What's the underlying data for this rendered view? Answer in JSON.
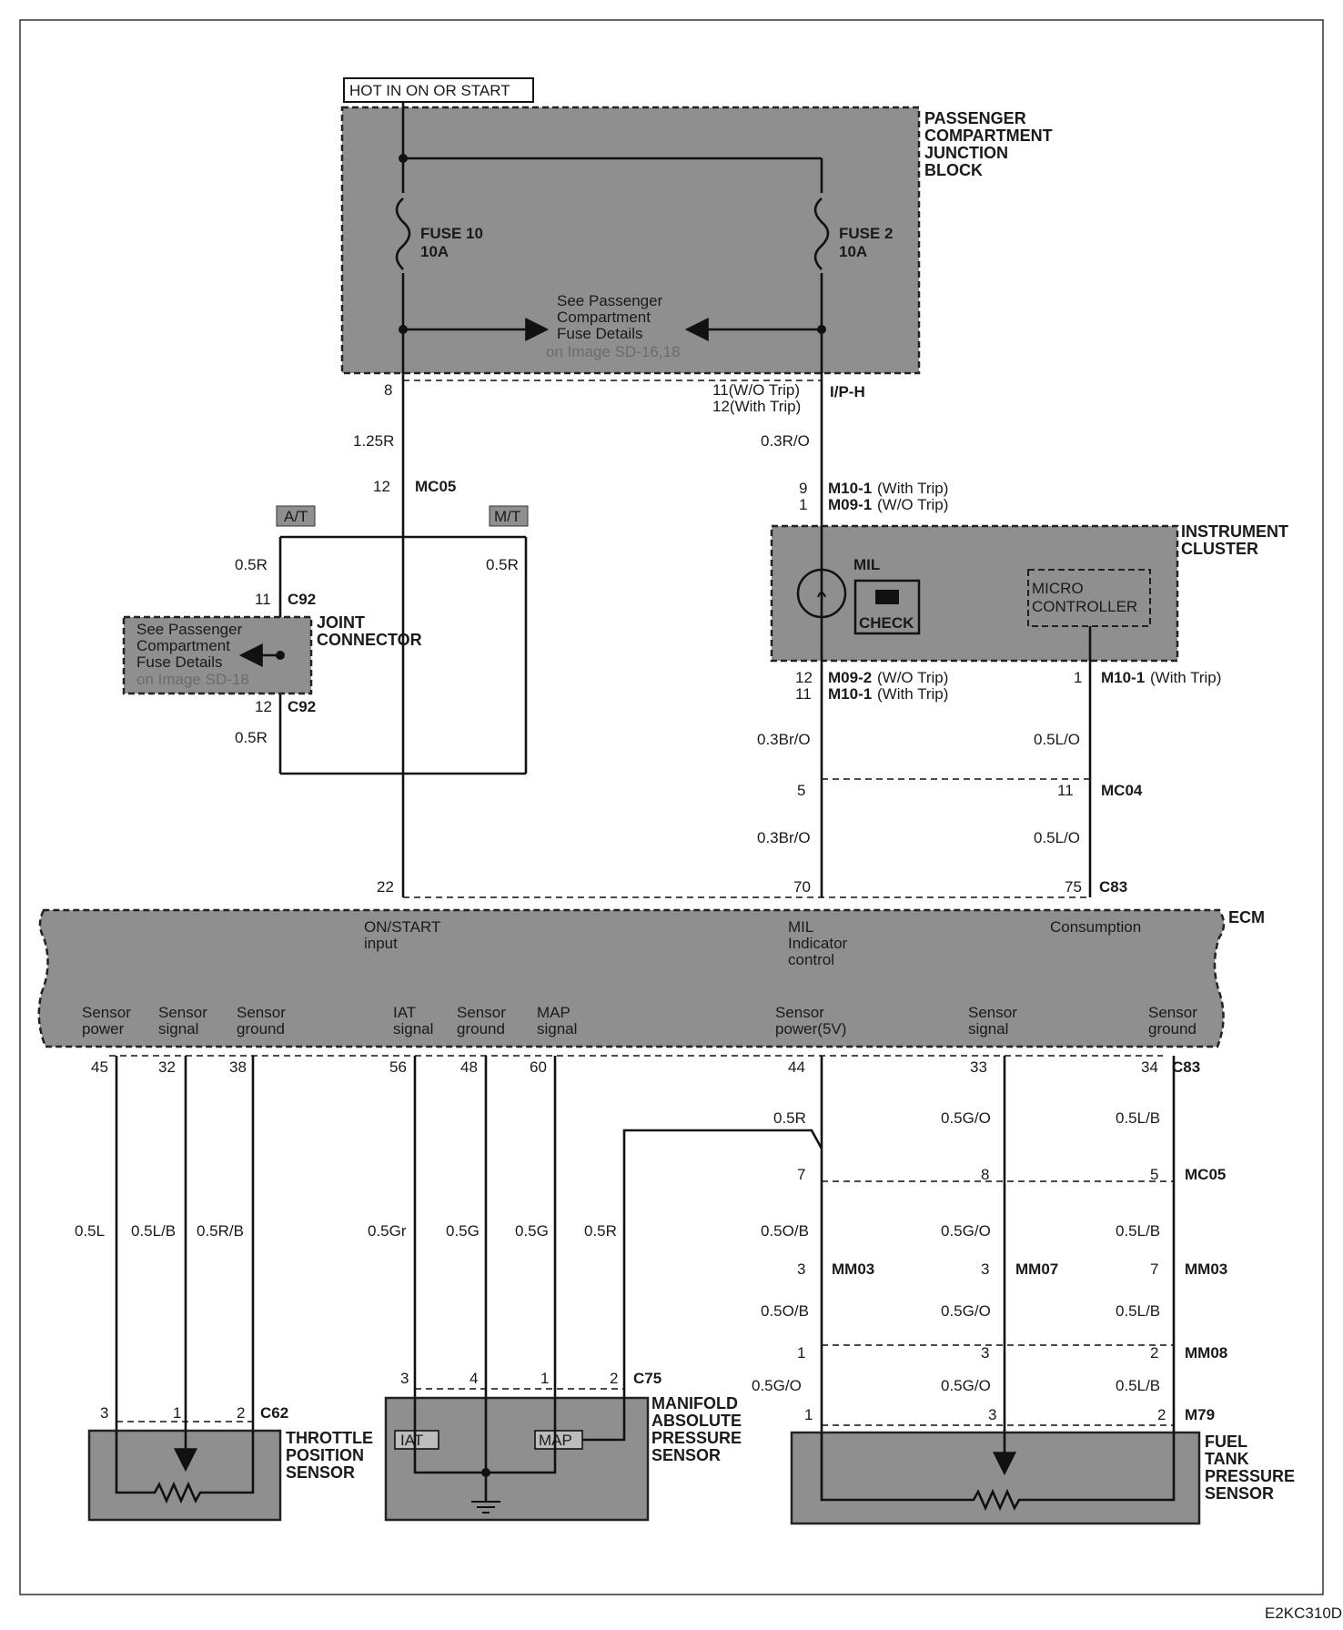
{
  "page": {
    "code": "E2KC310D"
  },
  "header": {
    "hot_label": "HOT IN ON OR START"
  },
  "junction_block": {
    "title": [
      "PASSENGER",
      "COMPARTMENT",
      "JUNCTION",
      "BLOCK"
    ],
    "fuse_left": [
      "FUSE 10",
      "10A"
    ],
    "fuse_right": [
      "FUSE 2",
      "10A"
    ],
    "see_details": [
      "See Passenger",
      "Compartment",
      "Fuse Details"
    ],
    "see_details_ref": "on Image SD-16,18",
    "pin_left": "8",
    "pin_right": [
      "11(W/O Trip)",
      "12(With Trip)"
    ],
    "connector": "I/P-H"
  },
  "left_branch": {
    "wire_top": "1.25R",
    "mc05_pin": "12",
    "mc05": "MC05",
    "at": "A/T",
    "mt": "M/T",
    "wire_at_upper": "0.5R",
    "wire_mt": "0.5R",
    "c92_pin_top": "11",
    "c92": "C92",
    "c92_pin_bottom": "12",
    "wire_at_lower": "0.5R"
  },
  "joint_connector": {
    "title": [
      "JOINT",
      "CONNECTOR"
    ],
    "see_details": [
      "See Passenger",
      "Compartment",
      "Fuse Details"
    ],
    "see_details_ref": "on Image SD-18"
  },
  "cluster_branch": {
    "wire_top": "0.3R/O",
    "pin_a": "9",
    "conn_a": "M10-1",
    "conn_a_note": "(With Trip)",
    "pin_b": "1",
    "conn_b": "M09-1",
    "conn_b_note": "(W/O Trip)"
  },
  "instrument_cluster": {
    "title": [
      "INSTRUMENT",
      "CLUSTER"
    ],
    "mil": "MIL",
    "check": "CHECK",
    "micro": [
      "MICRO",
      "CONTROLLER"
    ],
    "pin_c": "12",
    "conn_c": "M09-2",
    "conn_c_note": "(W/O Trip)",
    "pin_d": "11",
    "conn_d": "M10-1",
    "conn_d_note": "(With Trip)",
    "pin_e": "1",
    "conn_e": "M10-1",
    "conn_e_note": "(With Trip)"
  },
  "mid_wires": {
    "mil_wire": "0.3Br/O",
    "consumption_wire": "0.5L/O",
    "mc04_pin_left": "5",
    "mc04_pin_right": "11",
    "mc04": "MC04",
    "mil_wire_lower": "0.3Br/O",
    "consumption_wire_lower": "0.5L/O"
  },
  "ecm": {
    "title": "ECM",
    "pin_onstart": "22",
    "pin_mil": "70",
    "pin_cons": "75",
    "conn_top": "C83",
    "on_start": [
      "ON/START",
      "input"
    ],
    "mil_ctrl": [
      "MIL",
      "Indicator",
      "control"
    ],
    "consumption": "Consumption",
    "bottom_labels": [
      [
        "Sensor",
        "power"
      ],
      [
        "Sensor",
        "signal"
      ],
      [
        "Sensor",
        "ground"
      ],
      [
        "IAT",
        "signal"
      ],
      [
        "Sensor",
        "ground"
      ],
      [
        "MAP",
        "signal"
      ],
      [
        "Sensor",
        "power(5V)"
      ],
      [
        "Sensor",
        "signal"
      ],
      [
        "Sensor",
        "ground"
      ]
    ],
    "bottom_pins": [
      "45",
      "32",
      "38",
      "56",
      "48",
      "60",
      "44",
      "33",
      "34"
    ],
    "conn_bottom": "C83"
  },
  "tps_wires": {
    "w1": "0.5L",
    "w2": "0.5L/B",
    "w3": "0.5R/B"
  },
  "map_wires": {
    "w1": "0.5Gr",
    "w2": "0.5G",
    "w3": "0.5G",
    "w4": "0.5R"
  },
  "ftps_wires": {
    "power_top": "0.5R",
    "signal_top": "0.5G/O",
    "ground_top": "0.5L/B",
    "mc05_pins": [
      "7",
      "8",
      "5"
    ],
    "mc05": "MC05",
    "power_mid": "0.5O/B",
    "signal_mid": "0.5G/O",
    "ground_mid": "0.5L/B",
    "mm03_pin_a": "3",
    "mm03_a": "MM03",
    "mm07_pin": "3",
    "mm07": "MM07",
    "mm03_pin_b": "7",
    "mm03_b": "MM03",
    "power_low": "0.5O/B",
    "signal_low": "0.5G/O",
    "ground_low": "0.5L/B",
    "mm08_pins": [
      "1",
      "3",
      "2"
    ],
    "mm08": "MM08",
    "power_bottom": "0.5G/O",
    "signal_bottom": "0.5G/O",
    "ground_bottom": "0.5L/B"
  },
  "throttle_sensor": {
    "title": [
      "THROTTLE",
      "POSITION",
      "SENSOR"
    ],
    "pins": [
      "3",
      "1",
      "2"
    ],
    "conn": "C62"
  },
  "map_sensor": {
    "title": [
      "MANIFOLD",
      "ABSOLUTE",
      "PRESSURE",
      "SENSOR"
    ],
    "pins": [
      "3",
      "4",
      "1",
      "2"
    ],
    "conn": "C75",
    "iat": "IAT",
    "map": "MAP"
  },
  "fuel_tank_sensor": {
    "title": [
      "FUEL",
      "TANK",
      "PRESSURE",
      "SENSOR"
    ],
    "pins": [
      "1",
      "3",
      "2"
    ],
    "conn": "M79"
  }
}
